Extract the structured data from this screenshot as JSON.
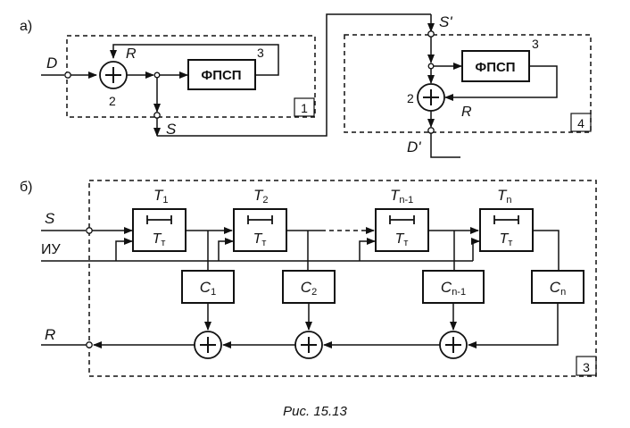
{
  "panel_a": {
    "label": "а)",
    "scrambler": {
      "input": "D",
      "adder_num": "2",
      "feedback": "R",
      "generator": "ФПСП",
      "generator_num": "3",
      "output": "S",
      "block_num": "1"
    },
    "descrambler": {
      "input": "S'",
      "generator": "ФПСП",
      "generator_num": "3",
      "adder_num": "2",
      "feedback": "R",
      "output": "D'",
      "block_num": "4"
    }
  },
  "panel_b": {
    "label": "б)",
    "input_s": "S",
    "input_clock": "ИУ",
    "output_r": "R",
    "block_num": "3",
    "triggers": [
      {
        "name": "T",
        "sub": "1",
        "inner": "T",
        "inner_sub": "т"
      },
      {
        "name": "T",
        "sub": "2",
        "inner": "T",
        "inner_sub": "т"
      },
      {
        "name": "T",
        "sub": "n-1",
        "inner": "T",
        "inner_sub": "т"
      },
      {
        "name": "T",
        "sub": "n",
        "inner": "T",
        "inner_sub": "т"
      }
    ],
    "coefficients": [
      {
        "name": "C",
        "sub": "1"
      },
      {
        "name": "C",
        "sub": "2"
      },
      {
        "name": "C",
        "sub": "n-1"
      },
      {
        "name": "C",
        "sub": "n"
      }
    ]
  },
  "caption": "Рис. 15.13",
  "colors": {
    "ink": "#111111",
    "background": "#ffffff"
  }
}
